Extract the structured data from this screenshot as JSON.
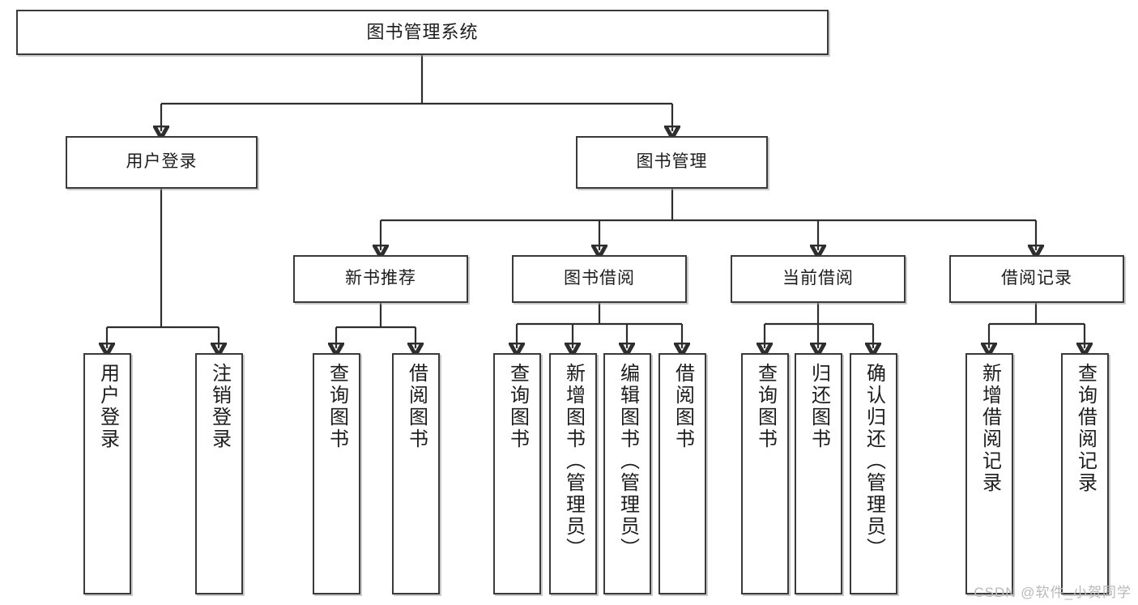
{
  "diagram": {
    "title": "图书管理系统",
    "type": "tree-hierarchy",
    "watermark": "CSDN @软件_小贺同学",
    "colors": {
      "box_border": "#3a3a3a",
      "box_fill": "#ffffff",
      "connector": "#2e2e2e",
      "text": "#1d1d1d",
      "watermark": "#b9b9b9",
      "background": "#ffffff"
    },
    "levels": {
      "root": {
        "label": "图书管理系统"
      },
      "level2": [
        {
          "id": "user-login",
          "label": "用户登录"
        },
        {
          "id": "book-management",
          "label": "图书管理"
        }
      ],
      "level3": [
        {
          "id": "new-book-recommend",
          "label": "新书推荐",
          "parent": "book-management"
        },
        {
          "id": "book-borrow",
          "label": "图书借阅",
          "parent": "book-management"
        },
        {
          "id": "current-borrow",
          "label": "当前借阅",
          "parent": "book-management"
        },
        {
          "id": "borrow-record",
          "label": "借阅记录",
          "parent": "book-management"
        }
      ],
      "leaves": [
        {
          "id": "leaf-user-login",
          "label": "用户登录",
          "parent": "user-login"
        },
        {
          "id": "leaf-logout-login",
          "label": "注销登录",
          "parent": "user-login"
        },
        {
          "id": "leaf-query-book-1",
          "label": "查询图书",
          "parent": "new-book-recommend"
        },
        {
          "id": "leaf-borrow-book-1",
          "label": "借阅图书",
          "parent": "new-book-recommend"
        },
        {
          "id": "leaf-query-book-2",
          "label": "查询图书",
          "parent": "book-borrow"
        },
        {
          "id": "leaf-add-book",
          "label": "新增图书（管理员）",
          "parent": "book-borrow"
        },
        {
          "id": "leaf-edit-book",
          "label": "编辑图书（管理员）",
          "parent": "book-borrow"
        },
        {
          "id": "leaf-borrow-book-2",
          "label": "借阅图书",
          "parent": "book-borrow"
        },
        {
          "id": "leaf-query-book-3",
          "label": "查询图书",
          "parent": "current-borrow"
        },
        {
          "id": "leaf-return-book",
          "label": "归还图书",
          "parent": "current-borrow"
        },
        {
          "id": "leaf-confirm-return",
          "label": "确认归还（管理员）",
          "parent": "current-borrow"
        },
        {
          "id": "leaf-add-record",
          "label": "新增借阅记录",
          "parent": "borrow-record"
        },
        {
          "id": "leaf-query-record",
          "label": "查询借阅记录",
          "parent": "borrow-record"
        }
      ]
    }
  }
}
